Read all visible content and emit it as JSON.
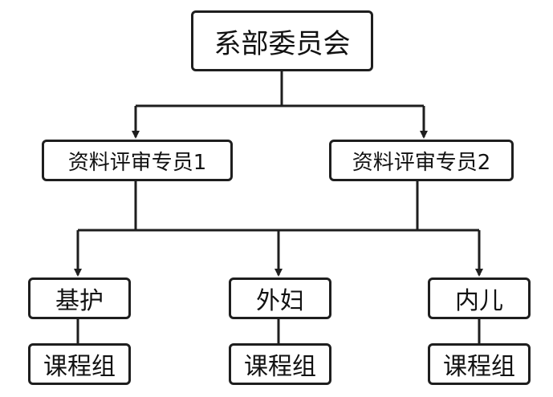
{
  "top_node": {
    "label": "系部委员会"
  },
  "reviewers": [
    {
      "label": "资料评审专员1"
    },
    {
      "label": "资料评审专员2"
    }
  ],
  "groups": [
    {
      "label": "基护",
      "sub_label": "课程组"
    },
    {
      "label": "外妇",
      "sub_label": "课程组"
    },
    {
      "label": "内儿",
      "sub_label": "课程组"
    }
  ],
  "colors": {
    "stroke": "#1e1e1e",
    "background": "#ffffff",
    "text": "#111111"
  }
}
